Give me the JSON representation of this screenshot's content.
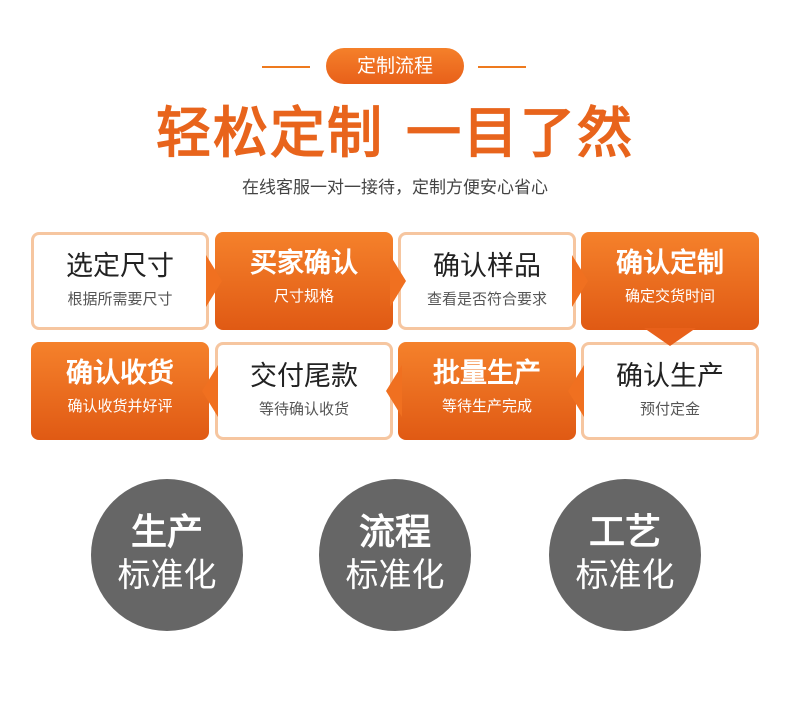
{
  "badge": {
    "label": "定制流程"
  },
  "headline": {
    "part1": "轻松定制",
    "part2": "一目了然"
  },
  "subtitle": "在线客服一对一接待，定制方便安心省心",
  "steps": [
    {
      "title": "选定尺寸",
      "desc": "根据所需要尺寸"
    },
    {
      "title": "买家确认",
      "desc": "尺寸规格"
    },
    {
      "title": "确认样品",
      "desc": "查看是否符合要求"
    },
    {
      "title": "确认定制",
      "desc": "确定交货时间"
    },
    {
      "title": "确认生产",
      "desc": "预付定金"
    },
    {
      "title": "批量生产",
      "desc": "等待生产完成"
    },
    {
      "title": "交付尾款",
      "desc": "等待确认收货"
    },
    {
      "title": "确认收货",
      "desc": "确认收货并好评"
    }
  ],
  "features": [
    {
      "line1": "生产",
      "line2": "标准化"
    },
    {
      "line1": "流程",
      "line2": "标准化"
    },
    {
      "line1": "工艺",
      "line2": "标准化"
    }
  ],
  "colors": {
    "accent": "#e8641c",
    "border": "#f6c6a0",
    "circle": "#666666"
  }
}
